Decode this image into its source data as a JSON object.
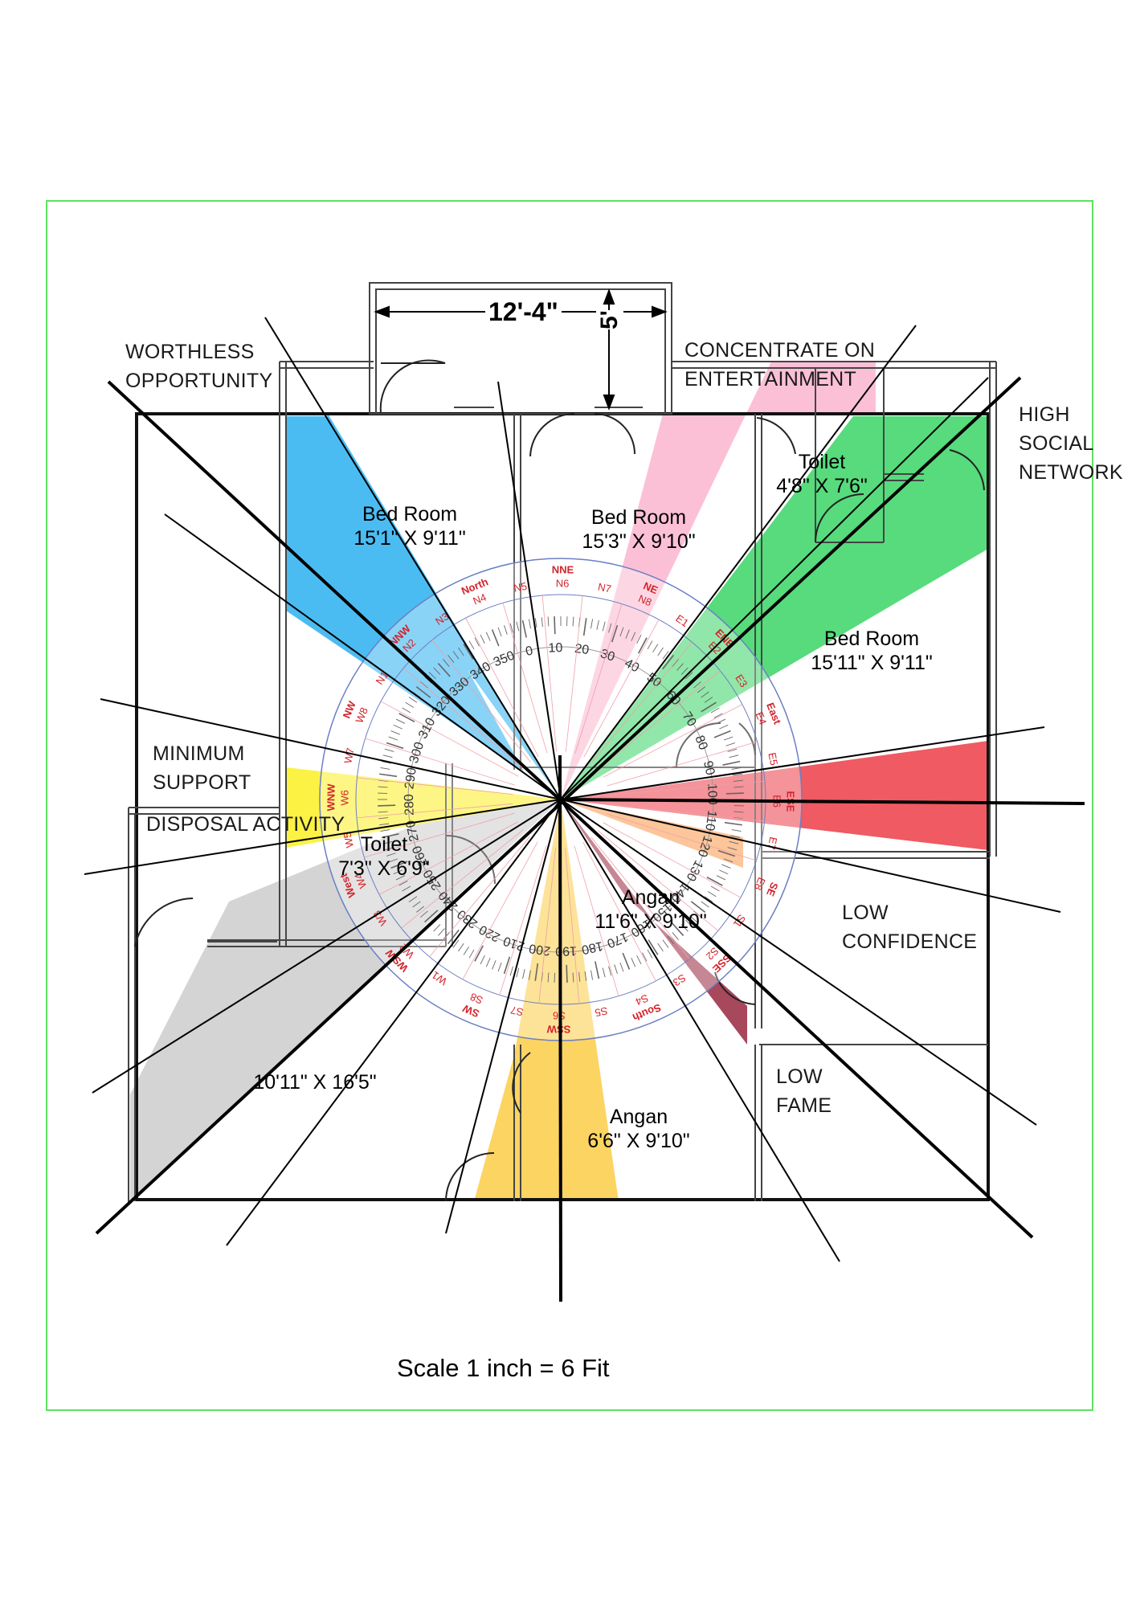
{
  "drawing": {
    "scale_note": "Scale 1 inch = 6 Fit",
    "dimensions": {
      "top_width": "12'-4\"",
      "top_depth": "5'"
    },
    "rooms": [
      {
        "name": "Bed Room",
        "size": "15'1\" X 9'11\""
      },
      {
        "name": "Bed Room",
        "size": "15'3\" X 9'10\""
      },
      {
        "name": "Toilet",
        "size": "4'8\" X 7'6\""
      },
      {
        "name": "Bed Room",
        "size": "15'11\" X 9'11\""
      },
      {
        "name": "Toilet",
        "size": "7'3\" X 6'9\""
      },
      {
        "name": "Angan",
        "size": "11'6\" X 9'10\""
      },
      {
        "name": "",
        "size": "10'11\" X 16'5\""
      },
      {
        "name": "Angan",
        "size": "6'6\" X 9'10\""
      }
    ],
    "zone_labels": {
      "nw_top": "WORTHLESS\nOPPORTUNITY",
      "ne_top": "CONCENTRATE ON\nENTERTAINMENT",
      "east_top": "HIGH\nSOCIAL\nNETWORK",
      "west_mid": "MINIMUM\nSUPPORT",
      "west_low": "DISPOSAL ACTIVITY",
      "east_mid": "LOW\nCONFIDENCE",
      "south_east": "LOW\nFAME"
    },
    "compass": {
      "zone_names": [
        "North",
        "NNE",
        "NE",
        "ENE",
        "East",
        "ESE",
        "SE",
        "SSE",
        "South",
        "SSW",
        "SW",
        "WSW",
        "West",
        "WNW",
        "NW",
        "NNW"
      ],
      "pada_labels": [
        "N5",
        "N6",
        "N7",
        "N8",
        "E1",
        "E2",
        "E3",
        "E4",
        "E5",
        "E6",
        "E7",
        "E8",
        "S1",
        "S2",
        "S3",
        "S4",
        "S5",
        "S6",
        "S7",
        "S8",
        "W1",
        "W2",
        "W3",
        "W4",
        "W5",
        "W6",
        "W7",
        "W8",
        "N1",
        "N2",
        "N3",
        "N4"
      ],
      "degree_labels": [
        "0",
        "10",
        "20",
        "30",
        "40",
        "50",
        "60",
        "70",
        "80",
        "90",
        "100",
        "110",
        "120",
        "130",
        "140",
        "150",
        "160",
        "170",
        "180",
        "190",
        "200",
        "210",
        "220",
        "230",
        "240",
        "250",
        "260",
        "270",
        "280",
        "290",
        "300",
        "310",
        "320",
        "330",
        "340",
        "350"
      ]
    },
    "colors": {
      "blue": "#4bbcf2",
      "pink": "#fcc0d6",
      "green": "#57db7c",
      "red": "#ef5a63",
      "orange": "#fba665",
      "maroon": "#a8485c",
      "gold": "#fcd462",
      "gray": "#d4d4d4",
      "yellow": "#fcf244",
      "frame": "#5fe25f",
      "compass_red": "#d2232a",
      "compass_blue": "#6b7fc4"
    }
  }
}
